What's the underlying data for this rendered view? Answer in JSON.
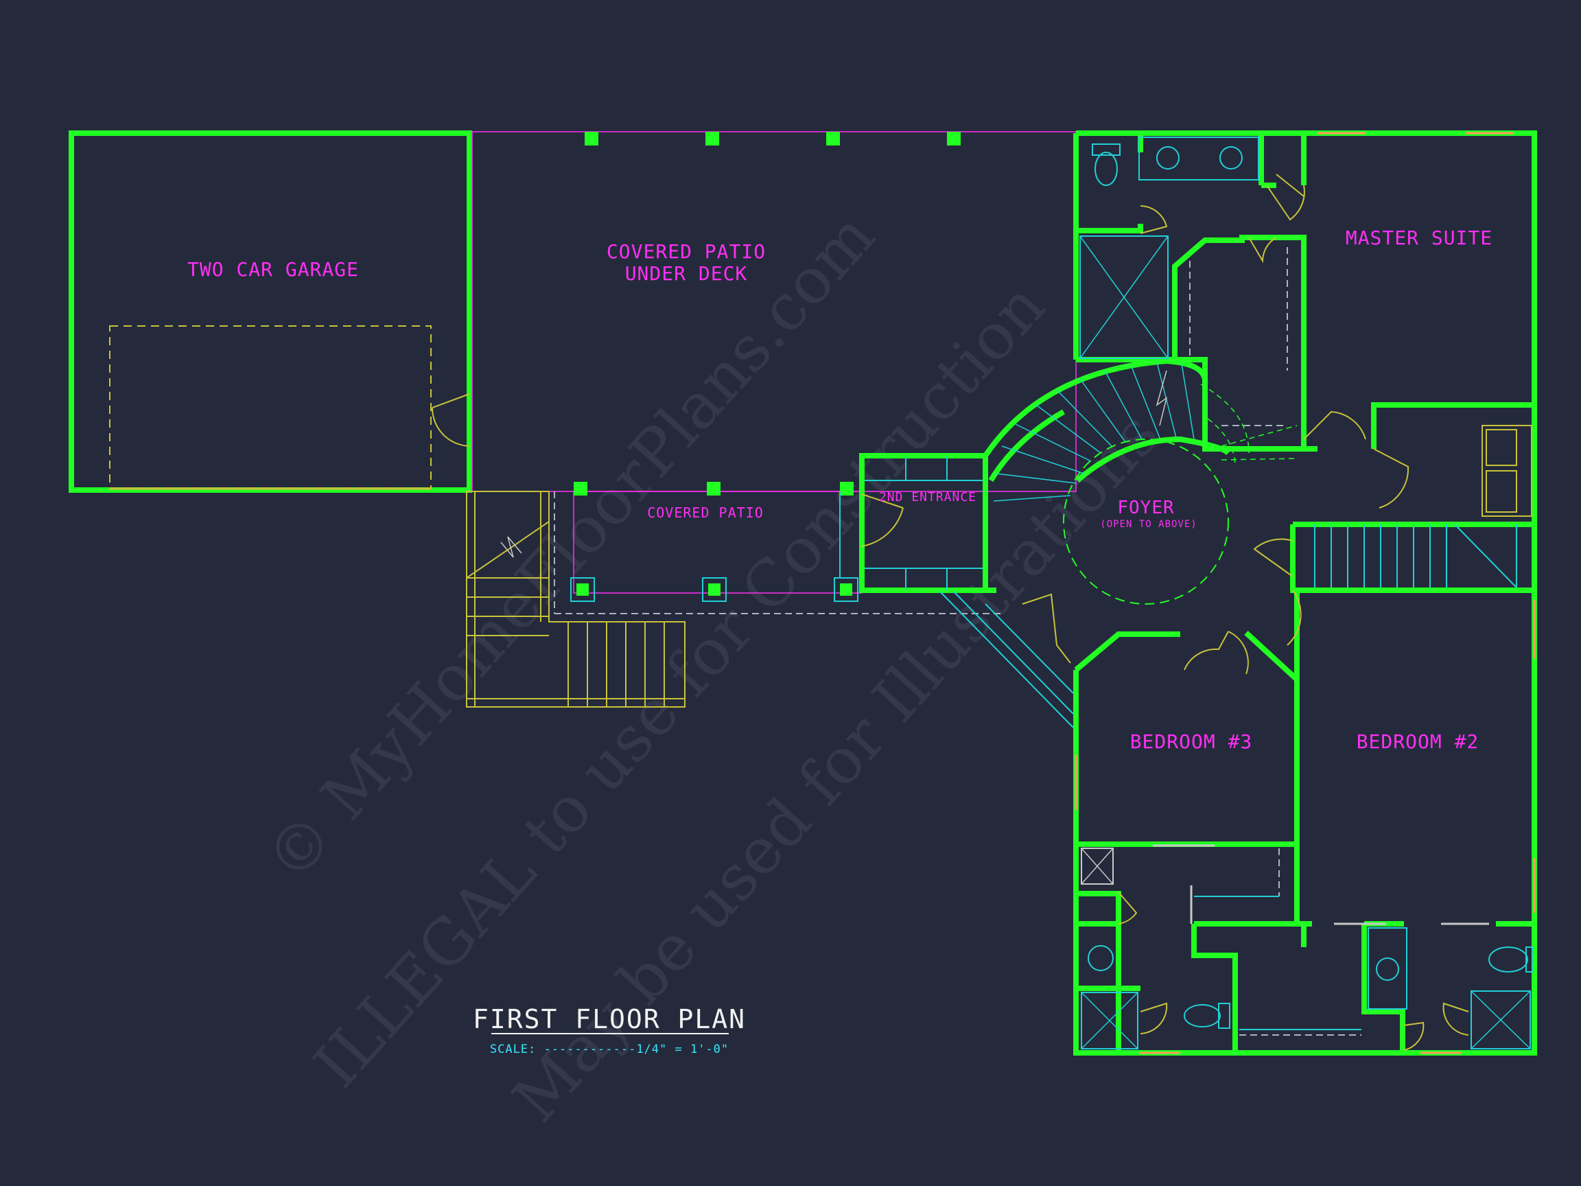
{
  "plan": {
    "title": "FIRST FLOOR PLAN",
    "scale": "SCALE: ------------1/4\" = 1'-0\"",
    "rooms": {
      "garage": "TWO CAR GARAGE",
      "covered_patio_deck_1": "COVERED PATIO",
      "covered_patio_deck_2": "UNDER DECK",
      "master_suite": "MASTER SUITE",
      "second_entrance": "2ND ENTRANCE",
      "covered_patio": "COVERED PATIO",
      "foyer": "FOYER",
      "foyer_note": "(OPEN TO ABOVE)",
      "bedroom_3": "BEDROOM #3",
      "bedroom_2": "BEDROOM #2"
    }
  },
  "watermark": {
    "line1": "© MyHomeFloorPlans.com",
    "line2": "ILLEGAL to use for Construction",
    "line3": "May be used for Illustrations"
  },
  "colors": {
    "background": "#242a3b",
    "wall": "#22ff22",
    "label": "#ff2ff5",
    "fixture": "#22cfd6",
    "yellow": "#c9c23a"
  }
}
